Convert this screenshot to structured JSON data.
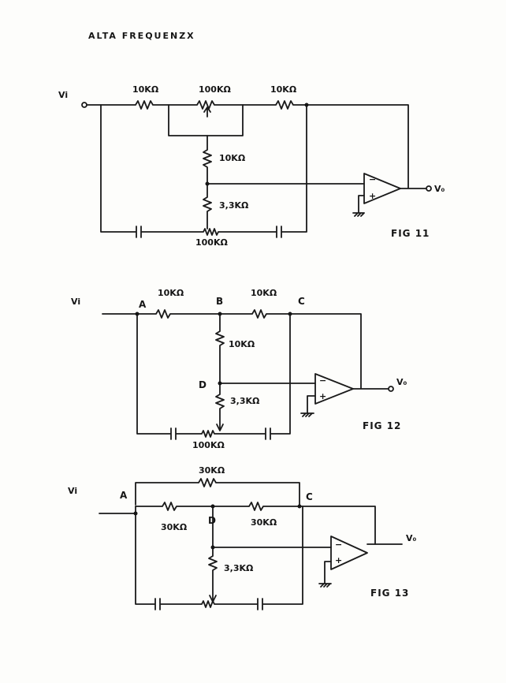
{
  "title": "ALTA FREQUENZX",
  "fig11": {
    "caption": "FIG 11",
    "vin": "Vi",
    "vout": "V₀",
    "r1": "10KΩ",
    "pot_top": "100KΩ",
    "r2": "10KΩ",
    "r_mid": "10KΩ",
    "r_low": "3,3KΩ",
    "pot_bottom": "100KΩ"
  },
  "fig12": {
    "caption": "FIG 12",
    "vin": "Vi",
    "vout": "V₀",
    "node_a": "A",
    "node_b": "B",
    "node_c": "C",
    "node_d": "D",
    "r1": "10KΩ",
    "r2": "10KΩ",
    "r_mid": "10KΩ",
    "r_low": "3,3KΩ",
    "pot_bottom": "100KΩ"
  },
  "fig13": {
    "caption": "FIG 13",
    "vin": "Vi",
    "vout": "V₀",
    "node_a": "A",
    "node_c": "C",
    "node_d": "D",
    "r_top": "30KΩ",
    "r1": "30KΩ",
    "r2": "30KΩ",
    "r_low": "3,3KΩ"
  }
}
